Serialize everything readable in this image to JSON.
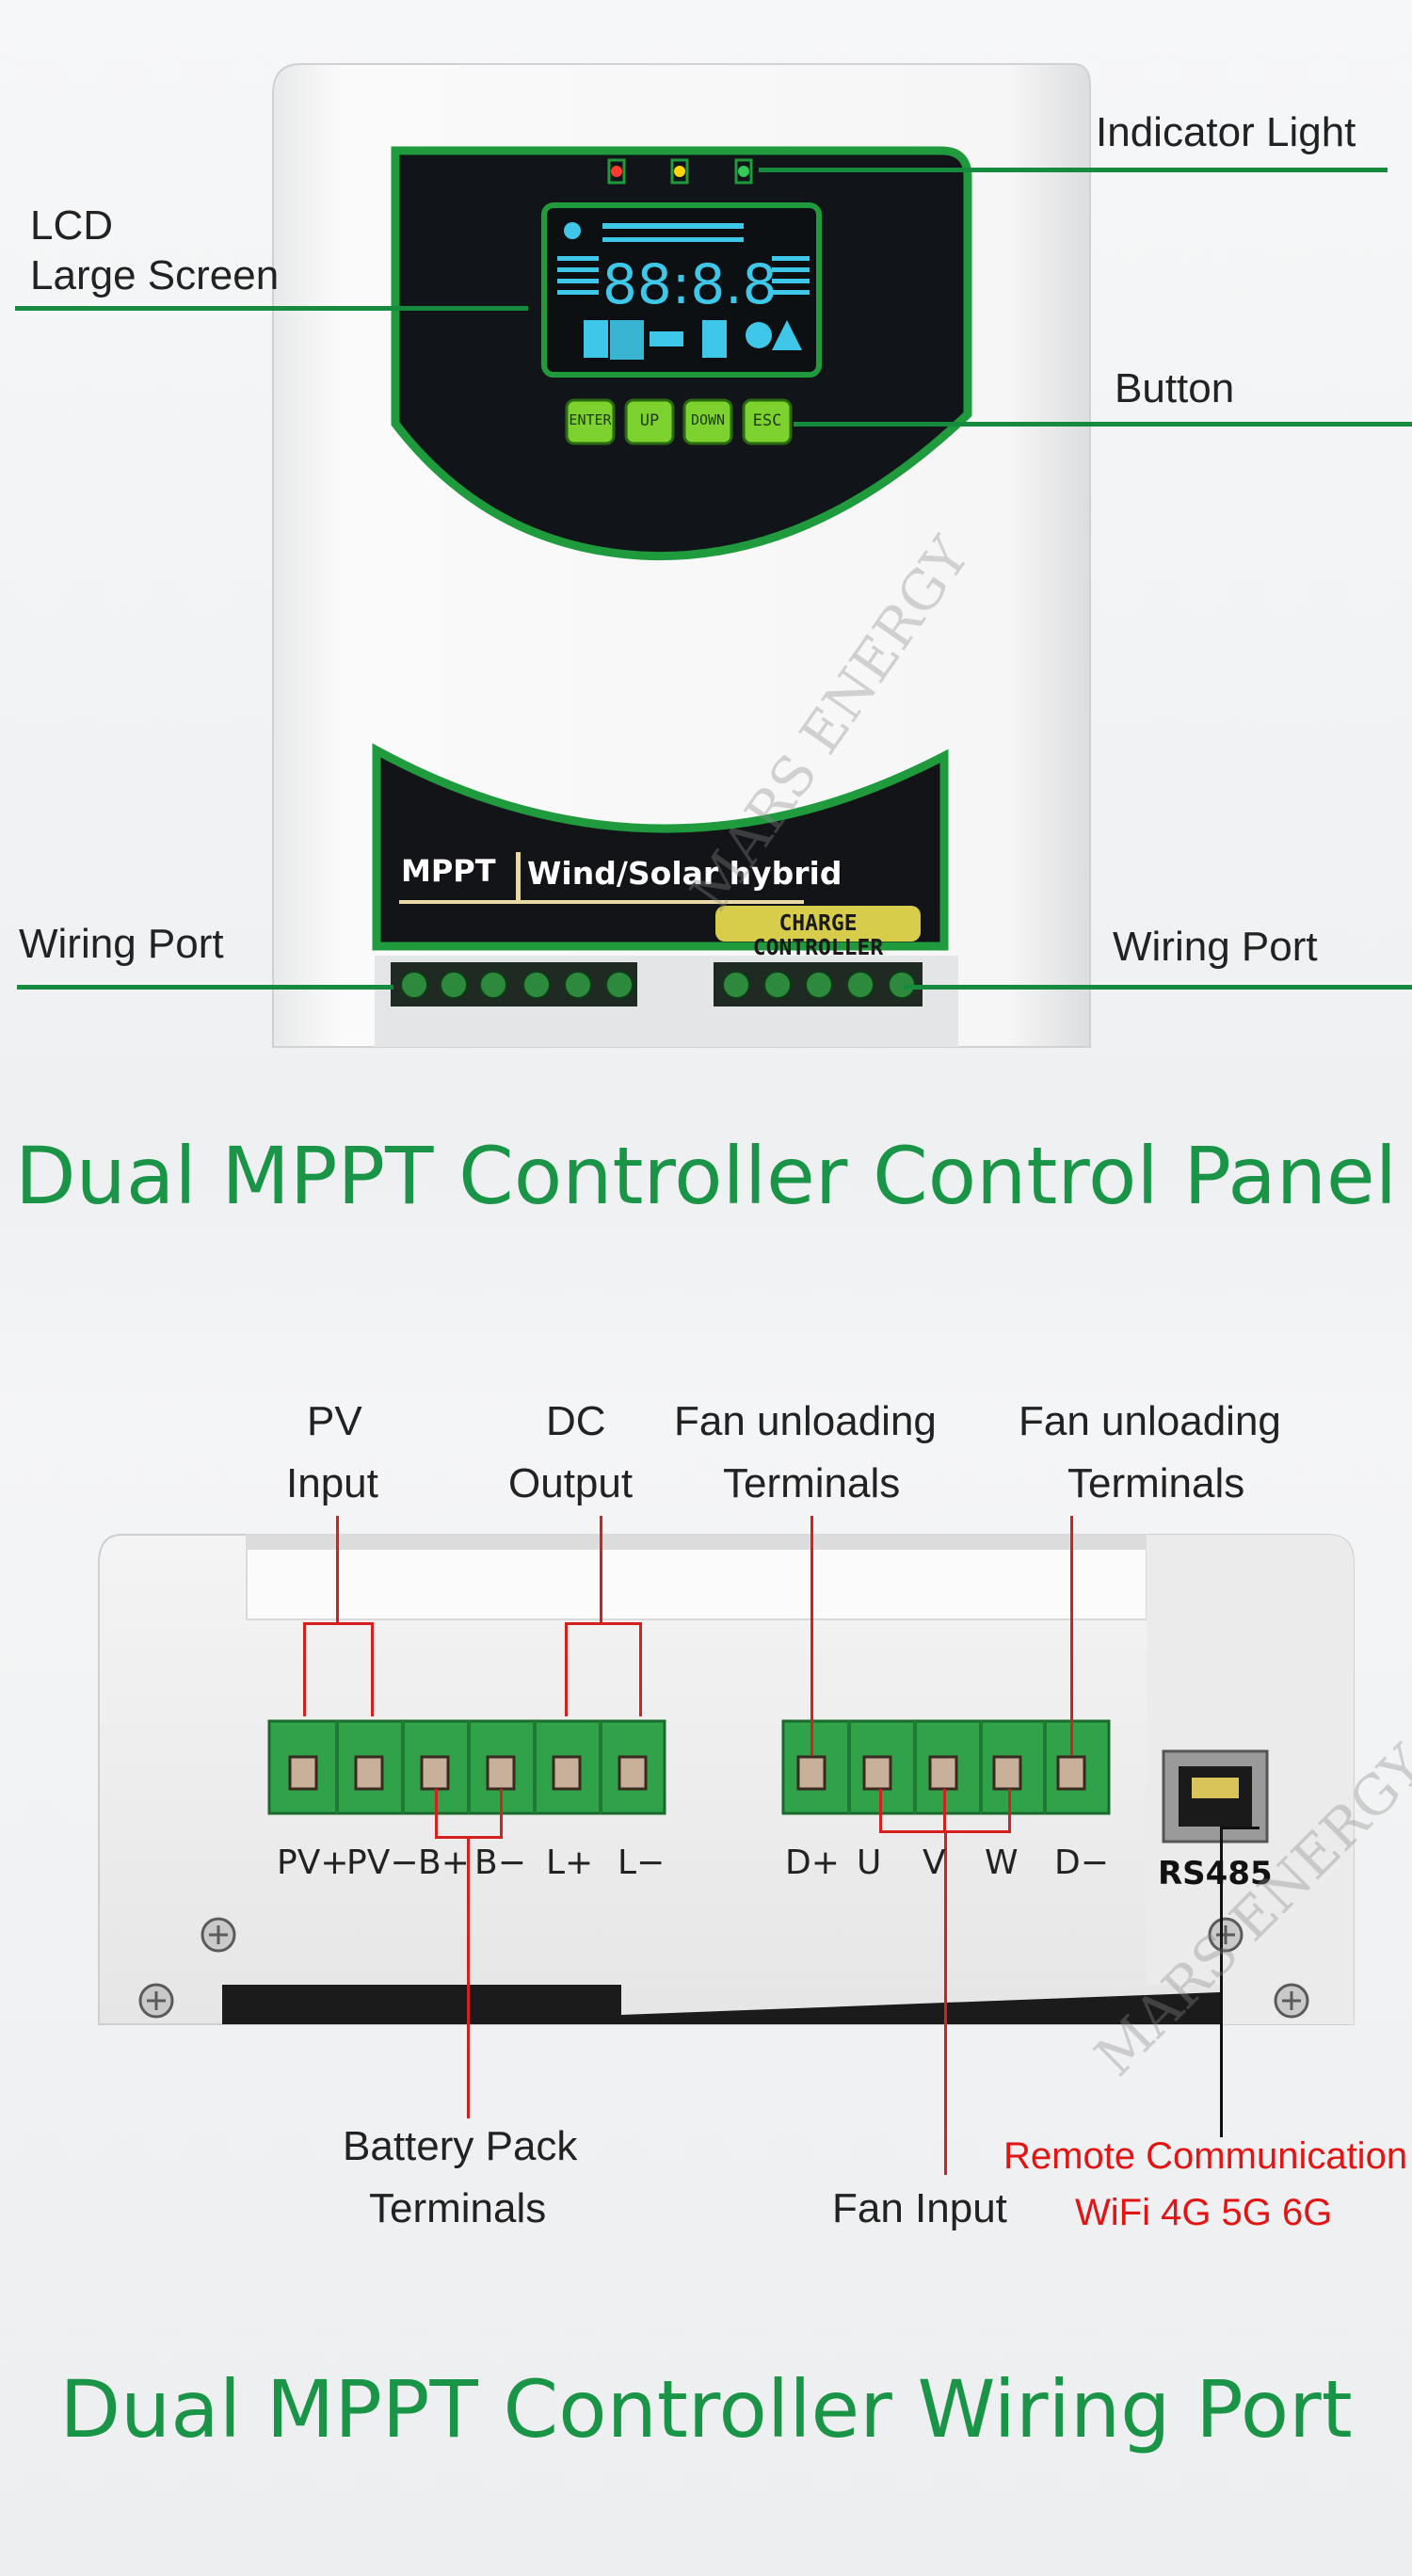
{
  "panel": {
    "labels": {
      "indicator": "Indicator Light",
      "lcd_line1": "LCD",
      "lcd_line2": "Large Screen",
      "button": "Button",
      "wiring_left": "Wiring Port",
      "wiring_right": "Wiring Port"
    },
    "lcd_digits": "88:8.8",
    "buttons": [
      "ENTER",
      "UP",
      "DOWN",
      "ESC"
    ],
    "badge": "MPPT",
    "product_name": "Wind/Solar hybrid",
    "subtitle_badge": "CHARGE CONTROLLER",
    "watermark": "MARS ENERGY",
    "title": "Dual MPPT Controller Control Panel"
  },
  "wiring": {
    "top_labels": {
      "pv_1": "PV",
      "pv_2": "Input",
      "dc_1": "DC",
      "dc_2": "Output",
      "fan1_1": "Fan unloading",
      "fan1_2": "Terminals",
      "fan2_1": "Fan unloading",
      "fan2_2": "Terminals"
    },
    "terminals_left": [
      "PV+",
      "PV−",
      "B+",
      "B−",
      "L+",
      "L−"
    ],
    "terminals_right": [
      "D+",
      "U",
      "V",
      "W",
      "D−"
    ],
    "rs485": "RS485",
    "bottom_labels": {
      "battery_1": "Battery Pack",
      "battery_2": "Terminals",
      "fan_input": "Fan Input",
      "remote_1": "Remote Communication",
      "remote_2": "WiFi 4G 5G 6G"
    },
    "watermark": "MARS ENERGY",
    "title": "Dual MPPT Controller Wiring Port"
  },
  "colors": {
    "brand_green": "#1a9446",
    "accent_red": "#e21414",
    "panel_dark": "#111418"
  }
}
